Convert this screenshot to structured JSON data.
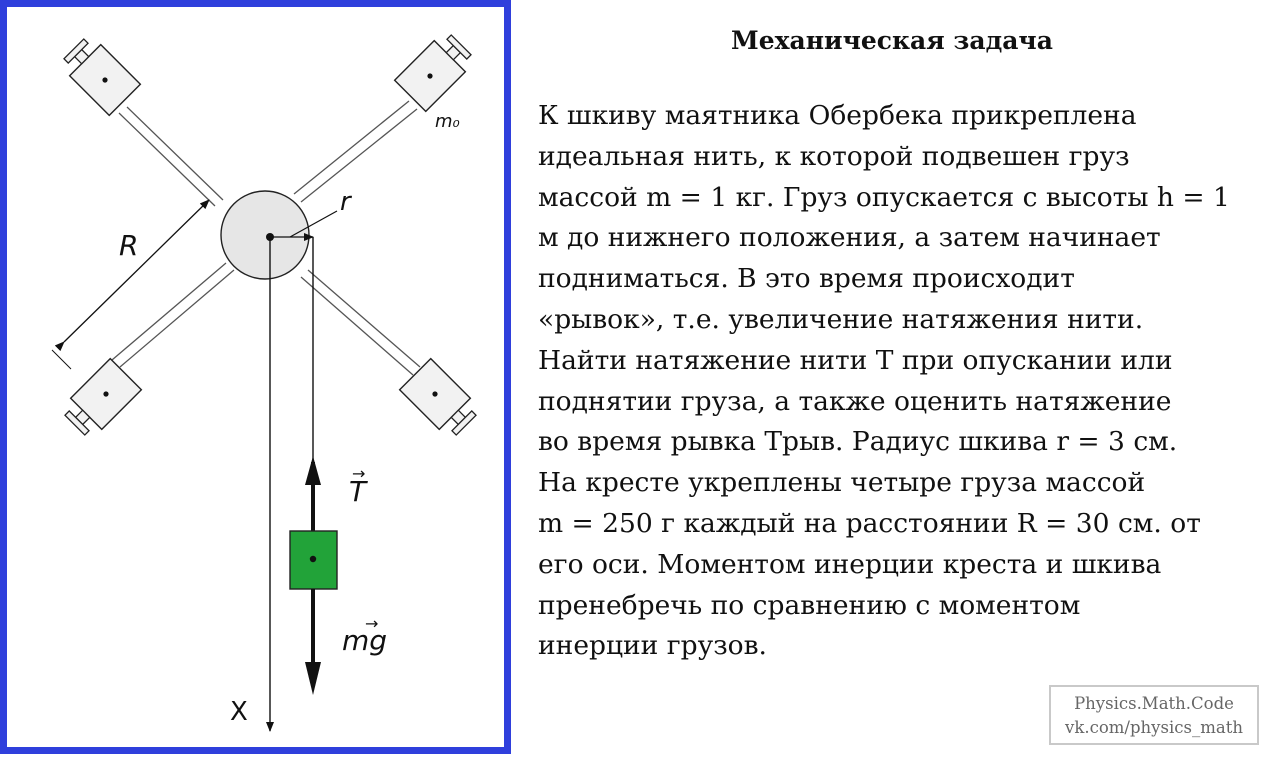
{
  "diagram": {
    "labels": {
      "m0": "m₀",
      "R": "R",
      "r": "r",
      "T": "T",
      "mg": "mg",
      "X": "X"
    },
    "colors": {
      "frame": "#2f3fdc",
      "load": "#22a339",
      "pulley": "#e6e6e6",
      "weight": "#f2f2f2"
    }
  },
  "title": "Механическая задача",
  "problem_lines": [
    "К шкиву маятника Обербека прикреплена",
    "идеальная нить, к которой подвешен груз",
    "массой m = 1 кг. Груз опускается с высоты h = 1",
    "м до нижнего положения, а затем начинает",
    "подниматься. В это время происходит",
    "«рывок», т.е. увеличение натяжения нити.",
    "Найти натяжение нити T при опускании или",
    "поднятии груза, а также оценить натяжение",
    "во время рывка Трыв. Радиус шкива r = 3 см.",
    "На кресте укреплены четыре груза массой",
    "m = 250 г каждый на расстоянии R = 30 см. от",
    "его оси. Моментом инерции креста и шкива",
    "пренебречь по сравнению с моментом",
    "инерции грузов."
  ],
  "watermark": {
    "line1": "Physics.Math.Code",
    "line2": "vk.com/physics_math"
  }
}
